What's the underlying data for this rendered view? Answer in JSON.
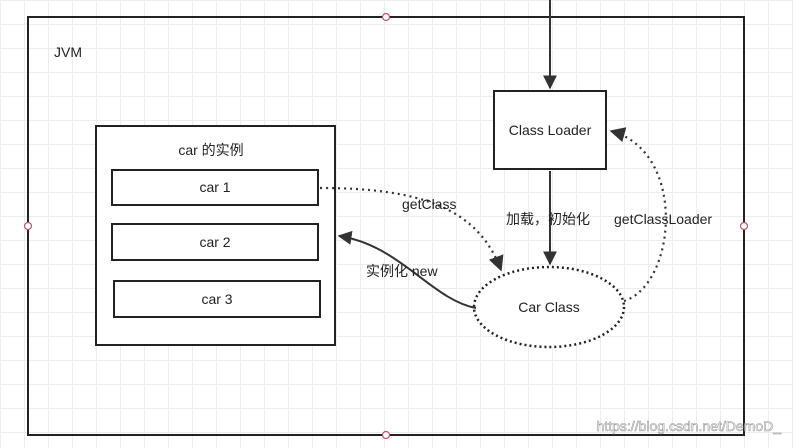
{
  "diagram": {
    "container_label": "JVM",
    "instances_label": "car 的实例",
    "instances": [
      "car 1",
      "car 2",
      "car 3"
    ],
    "class_loader": "Class Loader",
    "car_class": "Car Class",
    "edges": {
      "get_class": "getClass",
      "load_init": "加载，初始化",
      "get_class_loader": "getClassLoader",
      "instantiate": "实例化 new"
    }
  },
  "watermark": "https://blog.csdn.net/DemoD_"
}
